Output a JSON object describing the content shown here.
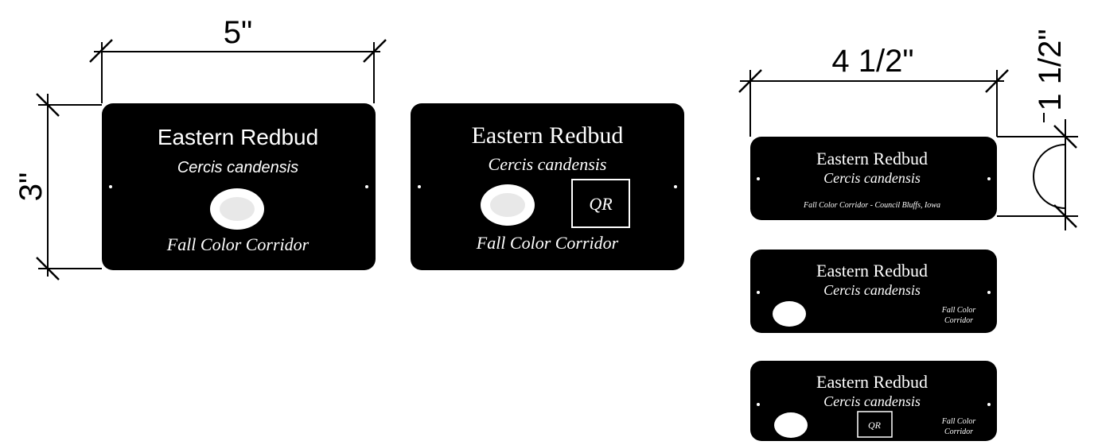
{
  "dimensions": {
    "width_large": "5\"",
    "height_large": "3\"",
    "width_small": "4 1/2\"",
    "height_small": "1 1/2\""
  },
  "signs": [
    {
      "common_name": "Eastern Redbud",
      "scientific_name": "Cercis candensis",
      "footer": "Fall Color Corridor",
      "has_logo": true,
      "has_qr": false
    },
    {
      "common_name": "Eastern Redbud",
      "scientific_name": "Cercis candensis",
      "footer": "Fall Color Corridor",
      "has_logo": true,
      "has_qr": true,
      "qr_label": "QR"
    },
    {
      "common_name": "Eastern Redbud",
      "scientific_name": "Cercis candensis",
      "footer": "Fall Color Corridor - Council Bluffs, Iowa",
      "has_logo": false,
      "has_qr": false
    },
    {
      "common_name": "Eastern Redbud",
      "scientific_name": "Cercis candensis",
      "footer_line1": "Fall Color",
      "footer_line2": "Corridor",
      "has_logo": true,
      "has_qr": false
    },
    {
      "common_name": "Eastern Redbud",
      "scientific_name": "Cercis candensis",
      "footer_line1": "Fall Color",
      "footer_line2": "Corridor",
      "has_logo": true,
      "has_qr": true,
      "qr_label": "QR"
    }
  ],
  "colors": {
    "plate": "#000000",
    "text": "#ffffff",
    "background": "#ffffff"
  }
}
